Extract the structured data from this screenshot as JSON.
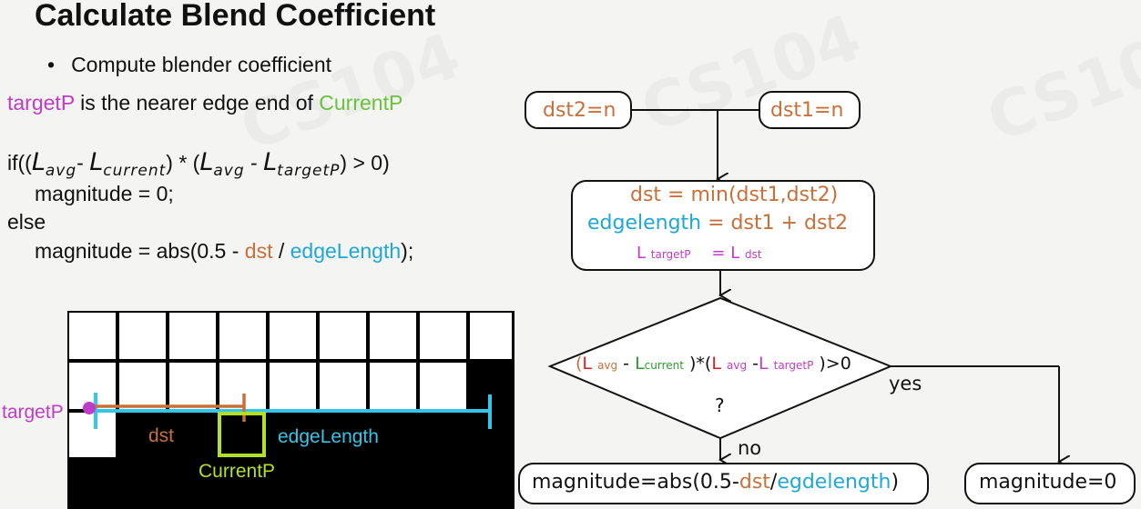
{
  "slide": {
    "title": "Calculate Blend Coefficient",
    "bullet": "Compute blender coefficient"
  },
  "code": {
    "line1": {
      "target_var": "targetP",
      "mid": " is the nearer edge end of ",
      "current_var": "CurrentP"
    },
    "if_line": {
      "prefix": "if((",
      "L1": "L",
      "L1_sub": "avg",
      "minus1": "- ",
      "L2": "L",
      "L2_sub": "current",
      "mult": ") * (",
      "L3": "L",
      "L3_sub": "avg",
      "minus2": " - ",
      "L4": "L",
      "L4_sub": "targetP",
      "suffix": ") > 0)"
    },
    "then_line": "magnitude = 0;",
    "else_line": "else",
    "mag_line": {
      "prefix": "magnitude = abs(0.5 - ",
      "dst": "dst",
      "slash": " / ",
      "edge": "edgeLength",
      "suffix": ");"
    }
  },
  "grid": {
    "targetP_label": "targetP",
    "dst_label": "dst",
    "edge_label": "edgeLength",
    "current_label": "CurrentP"
  },
  "flowchart": {
    "dst2_box": "dst2=n",
    "dst1_box": "dst1=n",
    "process": {
      "line1": "dst = min(dst1,dst2)",
      "line2a": "edgelength",
      "line2b": " = dst1 + dst2",
      "L": "L",
      "targetP_sub": "targetP",
      "eq": "=",
      "L2": "L",
      "dst_sub": "dst"
    },
    "decision": {
      "open": "(",
      "L1": "L",
      "avg1": "avg",
      "minus1": " - ",
      "L2": "L",
      "current": "current",
      "mid": " )*(",
      "L3": "L",
      "avg2": "avg",
      "minus2": " -",
      "L4": "L",
      "targetP": "targetP",
      "close": " )>0",
      "question": "?"
    },
    "yes_label": "yes",
    "no_label": "no",
    "output_no": {
      "prefix": "magnitude=abs(0.5-",
      "dst": "dst",
      "slash": "/",
      "edge": "egdelength",
      "suffix": ")"
    },
    "output_yes": "magnitude=0"
  }
}
